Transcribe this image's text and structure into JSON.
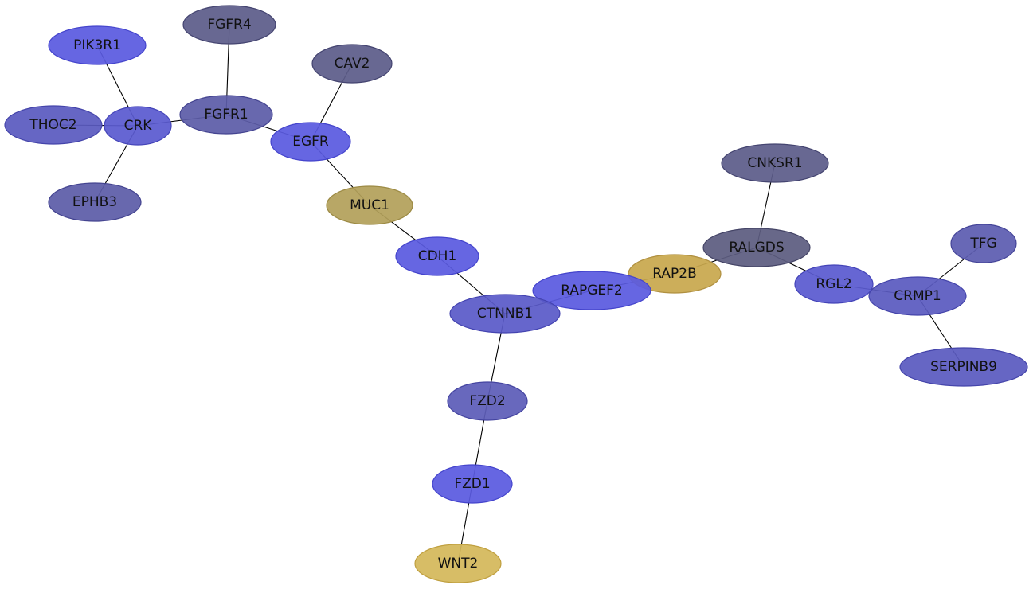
{
  "nodes": [
    {
      "id": "PIK3R1",
      "label": "PIK3R1",
      "color": "#5a5ae0",
      "stroke": "#4444cc"
    },
    {
      "id": "FGFR4",
      "label": "FGFR4",
      "color": "#5c5c8a",
      "stroke": "#444470"
    },
    {
      "id": "CAV2",
      "label": "CAV2",
      "color": "#5c5c8a",
      "stroke": "#444470"
    },
    {
      "id": "THOC2",
      "label": "THOC2",
      "color": "#5a5ac0",
      "stroke": "#4444aa"
    },
    {
      "id": "CRK",
      "label": "CRK",
      "color": "#5a5ad0",
      "stroke": "#4444b8"
    },
    {
      "id": "FGFR1",
      "label": "FGFR1",
      "color": "#5c5ca8",
      "stroke": "#444490"
    },
    {
      "id": "EGFR",
      "label": "EGFR",
      "color": "#5a5ae0",
      "stroke": "#4444cc"
    },
    {
      "id": "EPHB3",
      "label": "EPHB3",
      "color": "#5c5ca8",
      "stroke": "#444490"
    },
    {
      "id": "MUC1",
      "label": "MUC1",
      "color": "#b3a05a",
      "stroke": "#9c8a44"
    },
    {
      "id": "CNKSR1",
      "label": "CNKSR1",
      "color": "#5c5c8a",
      "stroke": "#444470"
    },
    {
      "id": "RALGDS",
      "label": "RALGDS",
      "color": "#5c5c80",
      "stroke": "#444466"
    },
    {
      "id": "TFG",
      "label": "TFG",
      "color": "#5c5cb0",
      "stroke": "#444498"
    },
    {
      "id": "CDH1",
      "label": "CDH1",
      "color": "#5a5ae0",
      "stroke": "#4444cc"
    },
    {
      "id": "RAP2B",
      "label": "RAP2B",
      "color": "#c8a84e",
      "stroke": "#b09040"
    },
    {
      "id": "RGL2",
      "label": "RGL2",
      "color": "#5a5ad0",
      "stroke": "#4444b8"
    },
    {
      "id": "RAPGEF2",
      "label": "RAPGEF2",
      "color": "#5a5ae0",
      "stroke": "#4444cc"
    },
    {
      "id": "CRMP1",
      "label": "CRMP1",
      "color": "#5a5ac0",
      "stroke": "#4444aa"
    },
    {
      "id": "CTNNB1",
      "label": "CTNNB1",
      "color": "#5a5ac8",
      "stroke": "#4444b0"
    },
    {
      "id": "SERPINB9",
      "label": "SERPINB9",
      "color": "#5a5ac0",
      "stroke": "#4444aa"
    },
    {
      "id": "FZD2",
      "label": "FZD2",
      "color": "#5c5cb8",
      "stroke": "#4444a0"
    },
    {
      "id": "FZD1",
      "label": "FZD1",
      "color": "#5a5ae0",
      "stroke": "#4444cc"
    },
    {
      "id": "WNT2",
      "label": "WNT2",
      "color": "#d4b85a",
      "stroke": "#c0a040"
    }
  ],
  "edges": [
    [
      "PIK3R1",
      "CRK"
    ],
    [
      "THOC2",
      "CRK"
    ],
    [
      "EPHB3",
      "CRK"
    ],
    [
      "CRK",
      "FGFR1"
    ],
    [
      "FGFR4",
      "FGFR1"
    ],
    [
      "FGFR1",
      "EGFR"
    ],
    [
      "CAV2",
      "EGFR"
    ],
    [
      "EGFR",
      "MUC1"
    ],
    [
      "MUC1",
      "CDH1"
    ],
    [
      "CDH1",
      "CTNNB1"
    ],
    [
      "CTNNB1",
      "RAPGEF2"
    ],
    [
      "RAPGEF2",
      "RAP2B"
    ],
    [
      "RAP2B",
      "RALGDS"
    ],
    [
      "CNKSR1",
      "RALGDS"
    ],
    [
      "RALGDS",
      "RGL2"
    ],
    [
      "RGL2",
      "CRMP1"
    ],
    [
      "TFG",
      "CRMP1"
    ],
    [
      "CRMP1",
      "SERPINB9"
    ],
    [
      "CTNNB1",
      "FZD2"
    ],
    [
      "FZD2",
      "FZD1"
    ],
    [
      "FZD1",
      "WNT2"
    ]
  ]
}
